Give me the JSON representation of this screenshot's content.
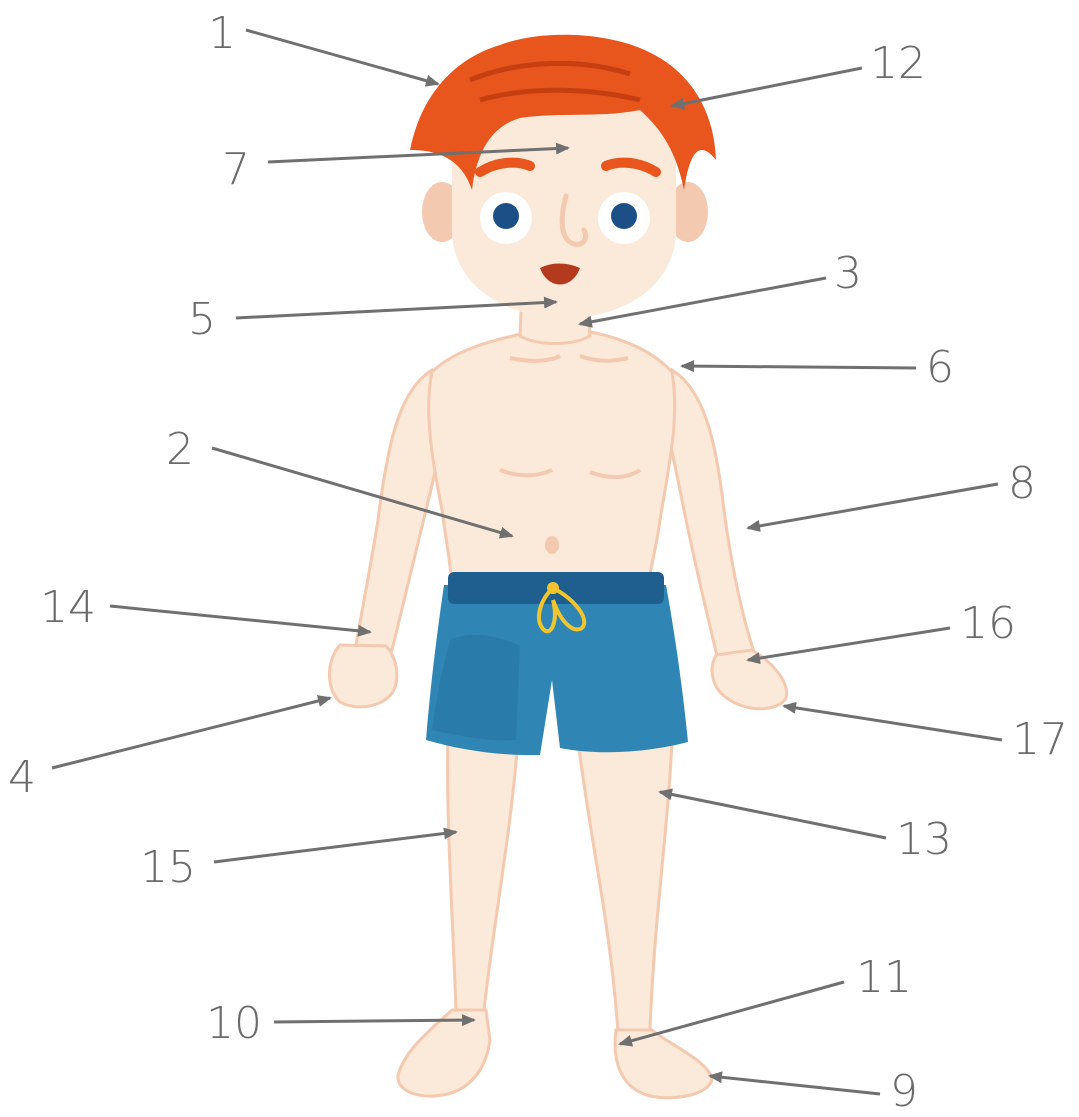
{
  "diagram": {
    "subject": "child body figure",
    "colors": {
      "skin": "#fbe9da",
      "skin_shade": "#f3c9b0",
      "hair": "#e8551d",
      "hair_dark": "#c63f12",
      "eye": "#1b4f86",
      "shorts": "#2f86b4",
      "shorts_dark": "#1f5f8f",
      "drawstring": "#f2c52c",
      "mouth": "#b33a1c",
      "leader_line": "#707070",
      "label_text": "#6a6a6a"
    },
    "labels": [
      {
        "id": "1",
        "text": "1"
      },
      {
        "id": "2",
        "text": "2"
      },
      {
        "id": "3",
        "text": "3"
      },
      {
        "id": "4",
        "text": "4"
      },
      {
        "id": "5",
        "text": "5"
      },
      {
        "id": "6",
        "text": "6"
      },
      {
        "id": "7",
        "text": "7"
      },
      {
        "id": "8",
        "text": "8"
      },
      {
        "id": "9",
        "text": "9"
      },
      {
        "id": "10",
        "text": "10"
      },
      {
        "id": "11",
        "text": "11"
      },
      {
        "id": "12",
        "text": "12"
      },
      {
        "id": "13",
        "text": "13"
      },
      {
        "id": "14",
        "text": "14"
      },
      {
        "id": "15",
        "text": "15"
      },
      {
        "id": "16",
        "text": "16"
      },
      {
        "id": "17",
        "text": "17"
      }
    ]
  }
}
